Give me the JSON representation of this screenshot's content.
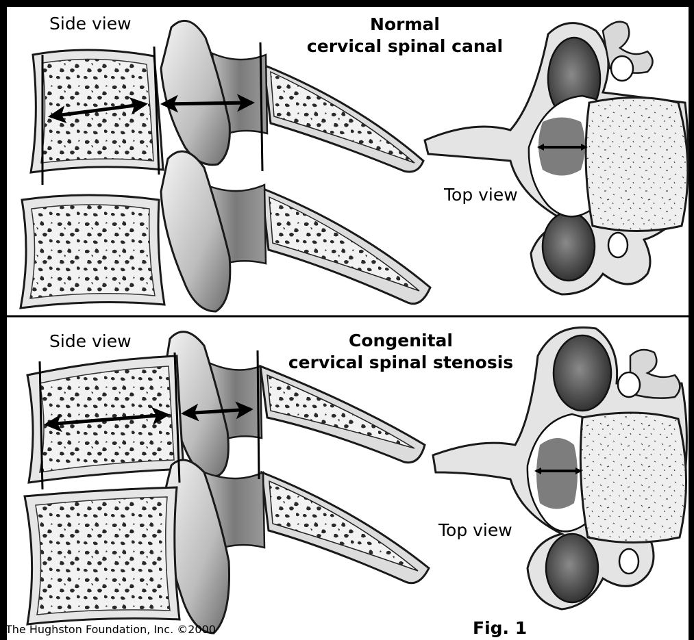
{
  "normal": {
    "side_label": "Side view",
    "title_line1": "Normal",
    "title_line2": "cervical spinal canal",
    "top_label": "Top view"
  },
  "stenosis": {
    "side_label": "Side view",
    "title_line1": "Congenital",
    "title_line2": "cervical spinal stenosis",
    "top_label": "Top view"
  },
  "credit": "The Hughston Foundation, Inc. ©2000",
  "figure_label": "Fig. 1",
  "colors": {
    "bone_fill": "#ececec",
    "bone_shade": "#8a8a8a",
    "cortex": "#d9d9d9",
    "cord": "#7d7d7d",
    "outline": "#1a1a1a"
  }
}
